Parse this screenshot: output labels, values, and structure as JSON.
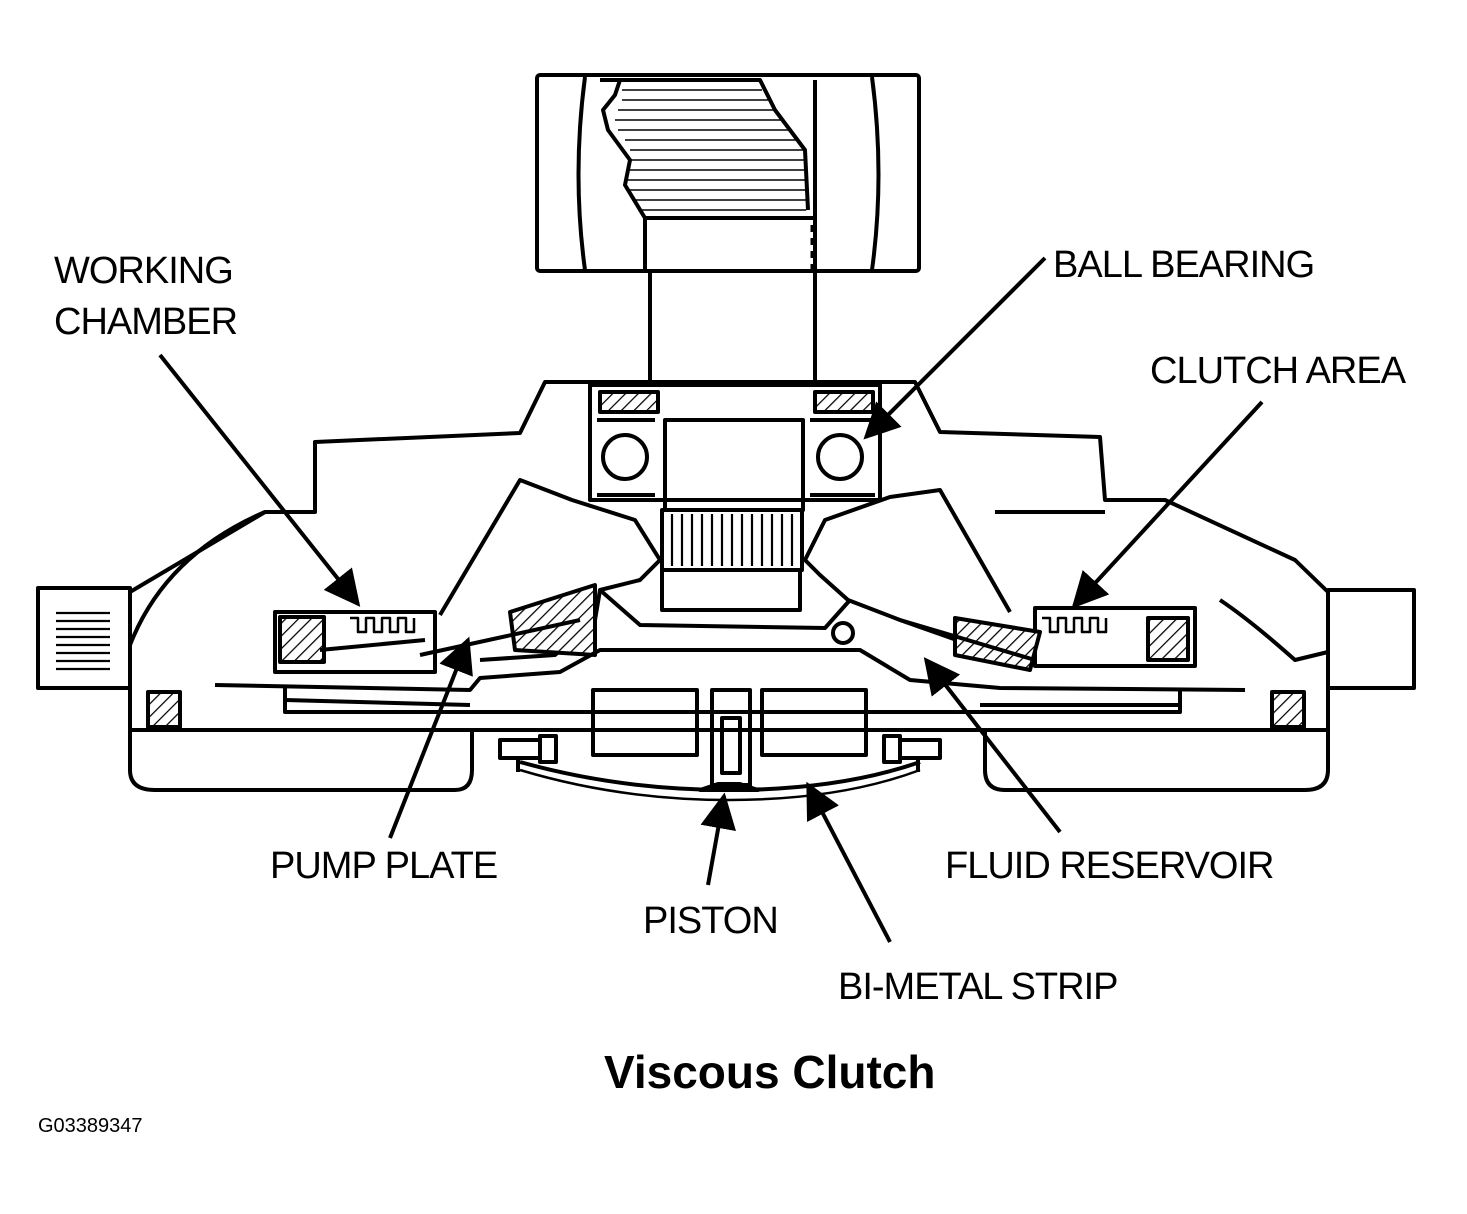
{
  "title": "Viscous Clutch",
  "figure_code": "G03389347",
  "labels": {
    "working_chamber_line1": "WORKING",
    "working_chamber_line2": "CHAMBER",
    "ball_bearing": "BALL BEARING",
    "clutch_area": "CLUTCH AREA",
    "pump_plate": "PUMP PLATE",
    "piston": "PISTON",
    "fluid_reservoir": "FLUID RESERVOIR",
    "bi_metal_strip": "BI-METAL STRIP"
  },
  "colors": {
    "ink": "#000000",
    "paper": "#ffffff"
  }
}
